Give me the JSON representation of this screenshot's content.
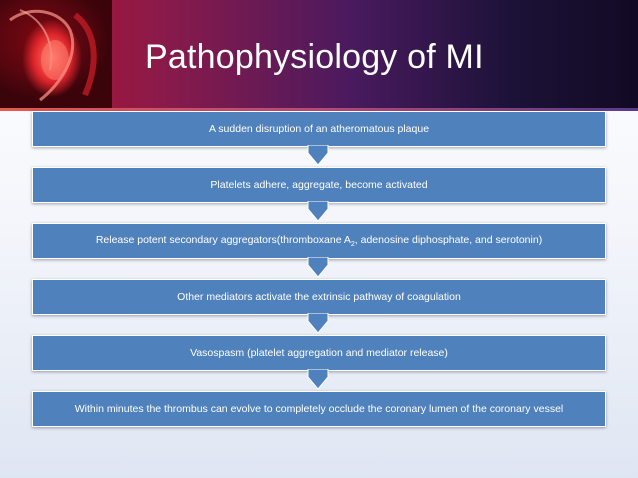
{
  "slide": {
    "title": "Pathophysiology of MI"
  },
  "steps": [
    {
      "text": "A sudden disruption of an atheromatous plaque"
    },
    {
      "text": "Platelets adhere, aggregate, become activated"
    },
    {
      "text_before": "Release potent secondary aggregators(thromboxane A",
      "subscript": "2",
      "text_after": ", adenosine diphosphate, and serotonin)"
    },
    {
      "text": "Other mediators activate the extrinsic pathway of coagulation"
    },
    {
      "text": "Vasospasm (platelet aggregation and mediator release)"
    },
    {
      "text": "Within minutes the thrombus can evolve to completely occlude the coronary lumen of the coronary vessel"
    }
  ],
  "colors": {
    "box_fill": "#4f81bd",
    "box_border": "#ffffff",
    "header_left": "#b5122a",
    "header_right": "#120a24"
  },
  "icons": {
    "connector": "down-chevron-arrow",
    "decoration": "heart-illustration"
  }
}
